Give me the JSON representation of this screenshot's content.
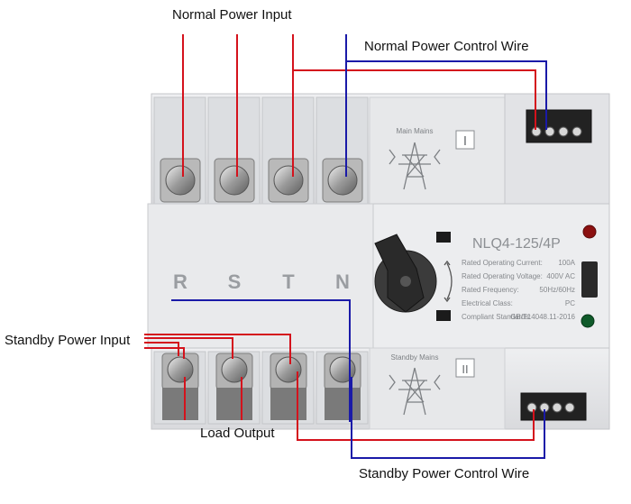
{
  "callouts": {
    "normal_power_input": "Normal Power Input",
    "normal_power_control_wire": "Normal Power Control Wire",
    "standby_power_input": "Standby Power Input",
    "load_output": "Load Output",
    "standby_power_control_wire": "Standby Power Control Wire"
  },
  "device": {
    "main_mains_label": "Main Mains",
    "standby_mains_label": "Standby Mains",
    "position_one": "I",
    "position_two": "II",
    "model": "NLQ4-125/4P",
    "phases": [
      "R",
      "S",
      "T",
      "N"
    ],
    "specs": [
      {
        "label": "Rated Operating Current:",
        "value": "100A"
      },
      {
        "label": "Rated Operating Voltage:",
        "value": "400V AC"
      },
      {
        "label": "Rated Frequency:",
        "value": "50Hz/60Hz"
      },
      {
        "label": "Electrical Class:",
        "value": "PC"
      },
      {
        "label": "Compliant Standards:",
        "value": "GB/T14048.11-2016"
      }
    ]
  },
  "colors": {
    "power_wire": "#d4121c",
    "control_wire": "#1a1aa8",
    "housing": "#e6e7e9",
    "housing_shadow": "#c9cbce",
    "handle": "#2a2a2a",
    "indicator_red": "#8b1010",
    "indicator_green": "#0f5a2a"
  }
}
